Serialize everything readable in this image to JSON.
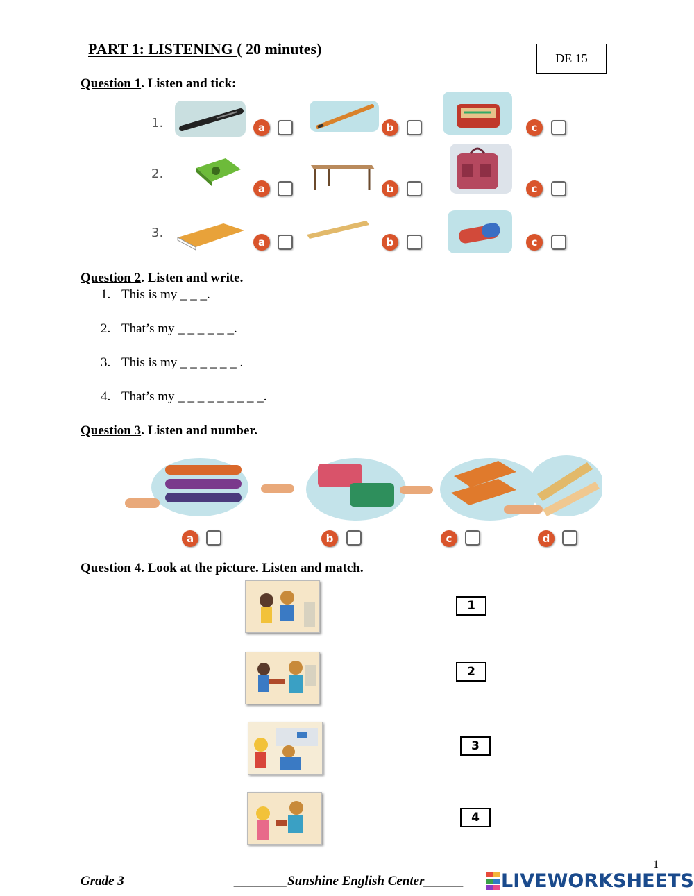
{
  "header": {
    "title_underlined": "PART 1: LISTENING ",
    "title_rest": "( 20 minutes)",
    "code": "DE 15"
  },
  "q1": {
    "label": "Question 1",
    "instruction": ". Listen and tick:",
    "rows": [
      {
        "num": "1.",
        "options": [
          "a",
          "b",
          "c"
        ],
        "icons": [
          "pen-icon",
          "pencil-icon",
          "pencil-case-icon"
        ]
      },
      {
        "num": "2.",
        "options": [
          "a",
          "b",
          "c"
        ],
        "icons": [
          "sharpener-icon",
          "desk-icon",
          "school-bag-icon"
        ]
      },
      {
        "num": "3.",
        "options": [
          "a",
          "b",
          "c"
        ],
        "icons": [
          "notebook-icon",
          "ruler-icon",
          "eraser-icon"
        ]
      }
    ]
  },
  "q2": {
    "label": "Question 2",
    "instruction": ". Listen and write.",
    "items": [
      {
        "num": "1.",
        "text": "This is my _ _ _."
      },
      {
        "num": "2.",
        "text": "That’s my _ _ _ _ _ _."
      },
      {
        "num": "3.",
        "text": "This is my _ _ _ _ _ _ ."
      },
      {
        "num": "4.",
        "text": "That’s my _ _ _ _ _ _ _ _ _."
      }
    ]
  },
  "q3": {
    "label": "Question 3",
    "instruction": ". Listen and number.",
    "options": [
      "a",
      "b",
      "c",
      "d"
    ],
    "icons": [
      "pens-icon",
      "pencil-cases-icon",
      "books-icon",
      "rulers-icon"
    ]
  },
  "q4": {
    "label": "Question 4",
    "instruction": ". Look at the picture. Listen and match.",
    "numbers": [
      "1",
      "2",
      "3",
      "4"
    ]
  },
  "footer": {
    "grade": "Grade 3",
    "center": "________Sunshine English Center______",
    "page": "1",
    "logo": "LIVEWORKSHEETS"
  },
  "colors": {
    "badge": "#d9542b",
    "logo": "#1a4a8c"
  }
}
